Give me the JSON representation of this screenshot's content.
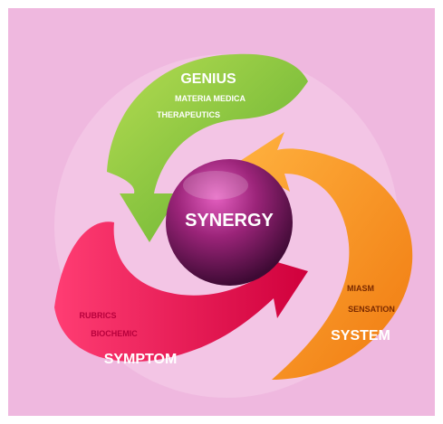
{
  "colors": {
    "background": "#efb8df",
    "green": "#8dc63f",
    "orange": "#f7941d",
    "red": "#e8194e",
    "center": "#8e1a6e"
  },
  "center": {
    "label": "SYNERGY"
  },
  "genius": {
    "title": "GENIUS",
    "line1": "MATERIA MEDICA",
    "line2": "THERAPEUTICS"
  },
  "system": {
    "title": "SYSTEM",
    "line1": "MIASM",
    "line2": "SENSATION"
  },
  "symptom": {
    "title": "SYMPTOM",
    "line1": "RUBRICS",
    "line2": "BIOCHEMIC"
  }
}
